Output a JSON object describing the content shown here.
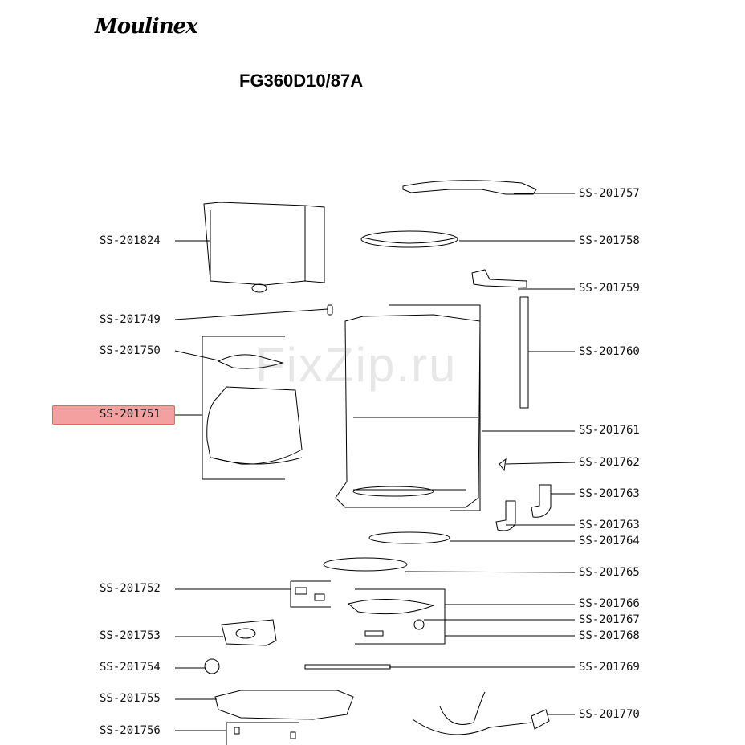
{
  "brand": "Moulinex",
  "model": "FG360D10/87A",
  "watermark": "FixZip.ru",
  "highlighted_part": "SS-201751",
  "parts_left": [
    {
      "code": "SS-201824"
    },
    {
      "code": "SS-201749"
    },
    {
      "code": "SS-201750"
    },
    {
      "code": "SS-201751"
    },
    {
      "code": "SS-201752"
    },
    {
      "code": "SS-201753"
    },
    {
      "code": "SS-201754"
    },
    {
      "code": "SS-201755"
    },
    {
      "code": "SS-201756"
    }
  ],
  "parts_right": [
    {
      "code": "SS-201757"
    },
    {
      "code": "SS-201758"
    },
    {
      "code": "SS-201759"
    },
    {
      "code": "SS-201760"
    },
    {
      "code": "SS-201761"
    },
    {
      "code": "SS-201762"
    },
    {
      "code": "SS-201763"
    },
    {
      "code": "SS-201763"
    },
    {
      "code": "SS-201764"
    },
    {
      "code": "SS-201765"
    },
    {
      "code": "SS-201766"
    },
    {
      "code": "SS-201767"
    },
    {
      "code": "SS-201768"
    },
    {
      "code": "SS-201769"
    },
    {
      "code": "SS-201770"
    }
  ],
  "colors": {
    "highlight": "#f4a0a0",
    "line": "#000000"
  }
}
